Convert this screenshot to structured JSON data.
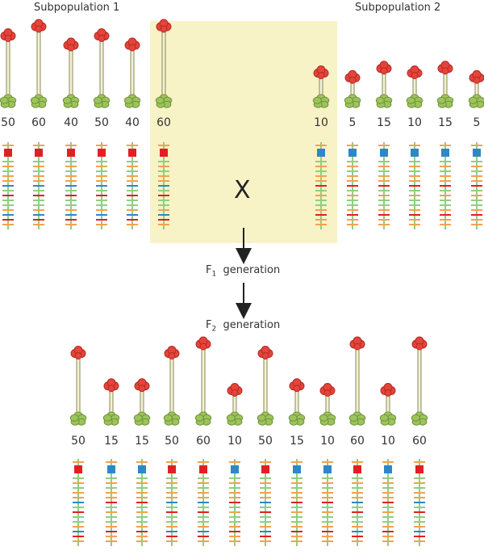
{
  "colors": {
    "highlight": "#f7f3c6",
    "stem": "#8a8a50",
    "leaf": "#9dc35b",
    "leaf_dark": "#6e9338",
    "flower": "#e5443a",
    "flower_dark": "#b42a23",
    "marker_red": "#e31e24",
    "marker_blue": "#2f86c9",
    "chrom_green": "#8fcf7f",
    "chrom_orange": "#f6a04d"
  },
  "subpopulation1": {
    "label": "Subpopulation 1",
    "plants": [
      {
        "height": 50,
        "marker": "red"
      },
      {
        "height": 60,
        "marker": "red"
      },
      {
        "height": 40,
        "marker": "red"
      },
      {
        "height": 50,
        "marker": "red"
      },
      {
        "height": 40,
        "marker": "red"
      },
      {
        "height": 60,
        "marker": "red"
      }
    ]
  },
  "subpopulation2": {
    "label": "Subpopulation 2",
    "plants": [
      {
        "height": 10,
        "marker": "blue"
      },
      {
        "height": 5,
        "marker": "blue"
      },
      {
        "height": 15,
        "marker": "blue"
      },
      {
        "height": 10,
        "marker": "blue"
      },
      {
        "height": 15,
        "marker": "blue"
      },
      {
        "height": 5,
        "marker": "blue"
      }
    ]
  },
  "cross": {
    "symbol": "X"
  },
  "f1": {
    "prefix": "F",
    "sub": "1",
    "text": "generation"
  },
  "f2": {
    "prefix": "F",
    "sub": "2",
    "text": "generation"
  },
  "f2_population": {
    "plants": [
      {
        "height": 50,
        "marker": "red"
      },
      {
        "height": 15,
        "marker": "blue"
      },
      {
        "height": 15,
        "marker": "blue"
      },
      {
        "height": 50,
        "marker": "red"
      },
      {
        "height": 60,
        "marker": "red"
      },
      {
        "height": 10,
        "marker": "blue"
      },
      {
        "height": 50,
        "marker": "red"
      },
      {
        "height": 15,
        "marker": "blue"
      },
      {
        "height": 10,
        "marker": "blue"
      },
      {
        "height": 60,
        "marker": "red"
      },
      {
        "height": 10,
        "marker": "blue"
      },
      {
        "height": 60,
        "marker": "red"
      }
    ]
  }
}
